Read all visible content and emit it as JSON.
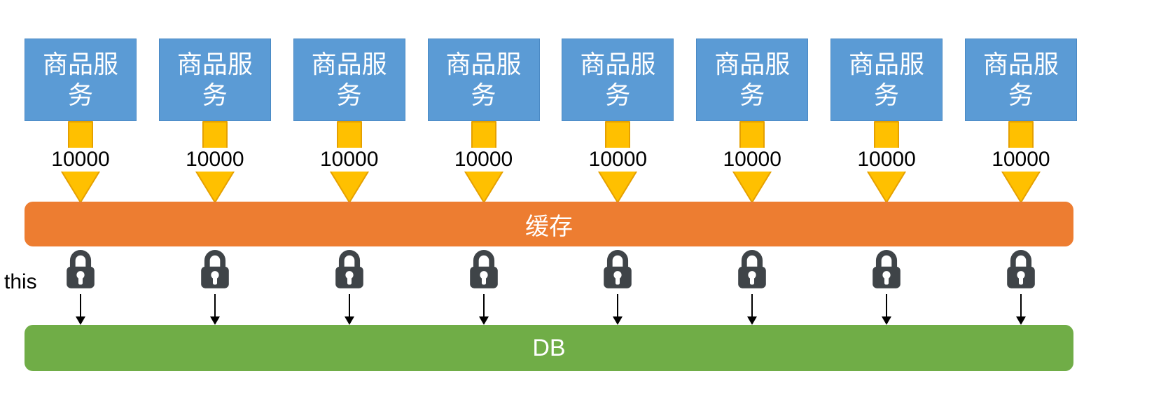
{
  "services": [
    {
      "label": "商品服务",
      "requests": "10000"
    },
    {
      "label": "商品服务",
      "requests": "10000"
    },
    {
      "label": "商品服务",
      "requests": "10000"
    },
    {
      "label": "商品服务",
      "requests": "10000"
    },
    {
      "label": "商品服务",
      "requests": "10000"
    },
    {
      "label": "商品服务",
      "requests": "10000"
    },
    {
      "label": "商品服务",
      "requests": "10000"
    },
    {
      "label": "商品服务",
      "requests": "10000"
    }
  ],
  "cache": {
    "label": "缓存"
  },
  "db": {
    "label": "DB"
  },
  "annotation": {
    "text": "this"
  },
  "colors": {
    "service-blue": "#5B9BD5",
    "service-border": "#4A89C4",
    "arrow-gold": "#FFC000",
    "arrow-stroke": "#E5A000",
    "cache-orange": "#ED7D31",
    "db-green": "#70AD47",
    "lock-gray": "#3F4448",
    "text-white": "#FFFFFF",
    "text-black": "#000000"
  }
}
